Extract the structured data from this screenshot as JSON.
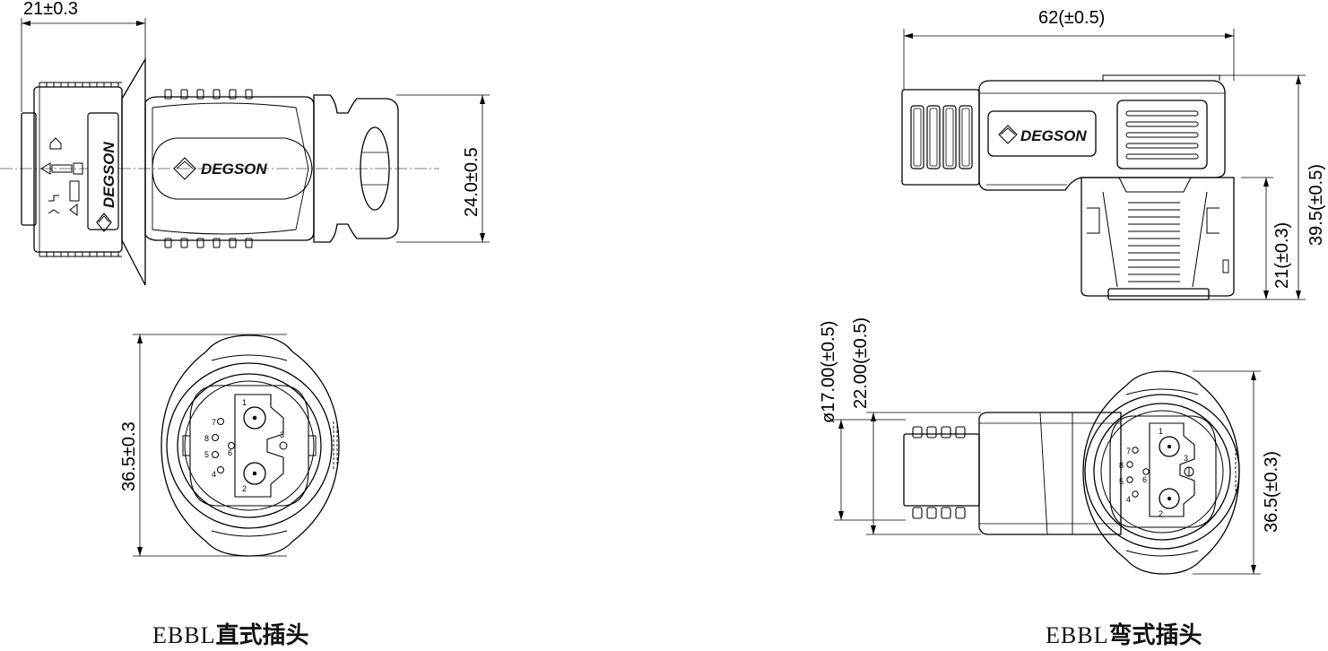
{
  "brand": "DEGSON",
  "straight_plug": {
    "dims": {
      "width_top": "21±0.3",
      "height_side": "24.0±0.5",
      "face_height": "36.5±0.3"
    },
    "pins": [
      "1",
      "2",
      "3",
      "4",
      "5",
      "6",
      "7",
      "8"
    ],
    "caption_latin": "EBBL",
    "caption_cjk": "直式插头"
  },
  "angled_plug": {
    "dims": {
      "length_top": "62(±0.5)",
      "total_height": "39.5(±0.5)",
      "lower_height": "21(±0.3)",
      "cable_dia": "ø17.00(±0.5)",
      "body_dia": "22.00(±0.5)",
      "face_height": "36.5(±0.3)"
    },
    "pins": [
      "1",
      "2",
      "3",
      "4",
      "5",
      "6",
      "7",
      "8"
    ],
    "caption_latin": "EBBL",
    "caption_cjk": "弯式插头"
  }
}
